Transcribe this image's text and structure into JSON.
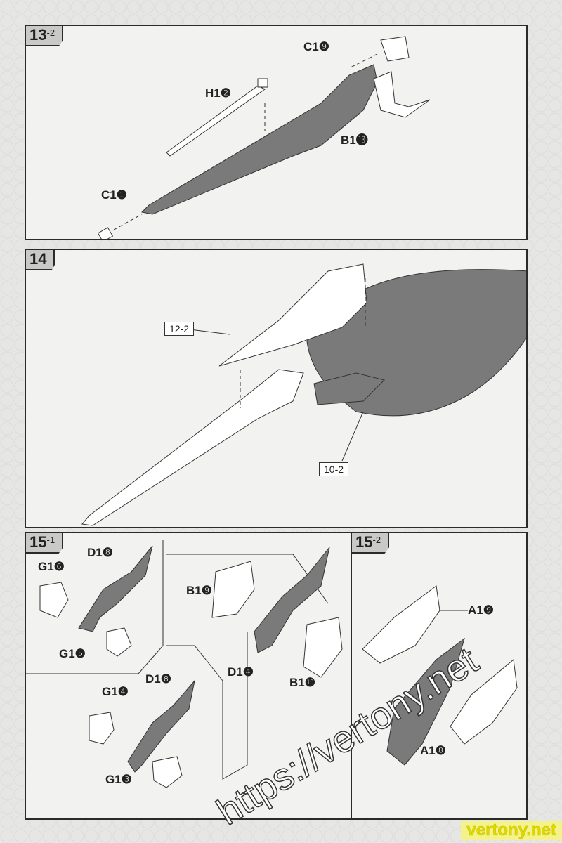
{
  "steps": {
    "s13_2": {
      "num": "13",
      "sub": "-2",
      "labels": {
        "c19": "C1❾",
        "h12": "H1❷",
        "b113": "B1⓭",
        "c11": "C1❶"
      }
    },
    "s14": {
      "num": "14",
      "refs": {
        "r12_2": "12-2",
        "r10_2": "10-2"
      }
    },
    "s15_1": {
      "num": "15",
      "sub": "-1",
      "labels": {
        "d18a": "D1❽",
        "g16": "G1❻",
        "g15": "G1❺",
        "b19": "B1❾",
        "d14": "D1❹",
        "b110": "B1❿",
        "g14": "G1❹",
        "d18b": "D1❽",
        "g13": "G1❸"
      }
    },
    "s15_2": {
      "num": "15",
      "sub": "-2",
      "labels": {
        "a19": "A1❾",
        "a18": "A1❽"
      }
    }
  },
  "watermarks": {
    "url": "https://vertony.net",
    "site": "vertony.net"
  },
  "colors": {
    "part_dark": "#7a7a7a",
    "part_light": "#ffffff",
    "line": "#333333"
  }
}
